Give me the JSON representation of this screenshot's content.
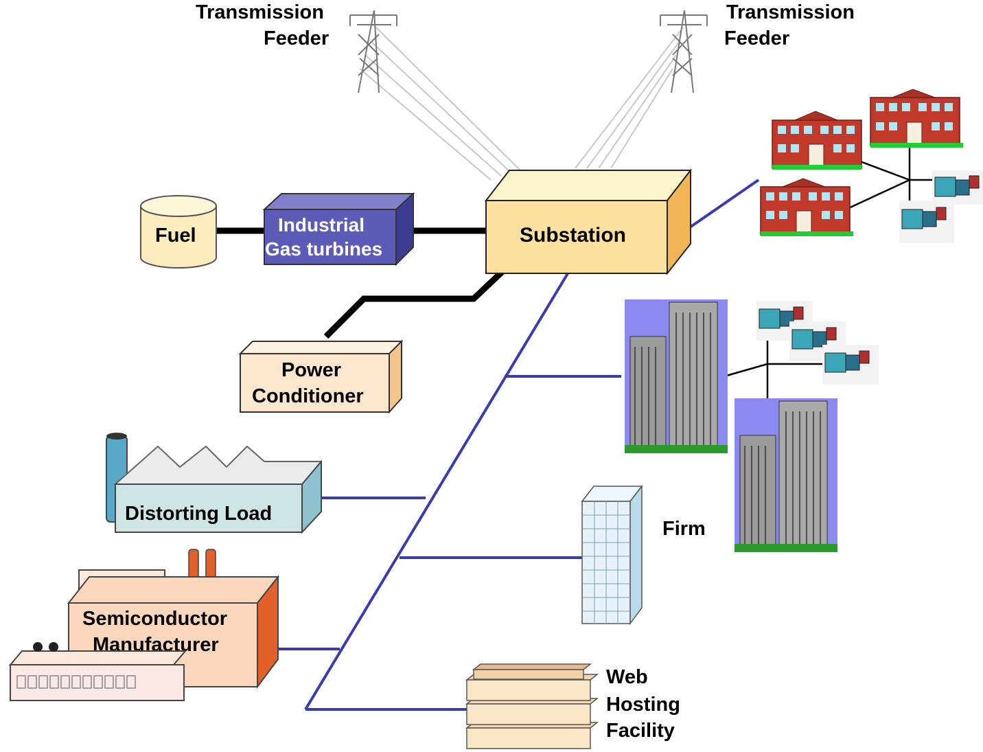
{
  "labels": {
    "transmission_left_line1": "Transmission",
    "transmission_left_line2": "Feeder",
    "transmission_right_line1": "Transmission",
    "transmission_right_line2": "Feeder",
    "fuel": "Fuel",
    "turbine_line1": "Industrial",
    "turbine_line2": "Gas   turbines",
    "substation": "Substation",
    "power_conditioner_line1": "Power",
    "power_conditioner_line2": "Conditioner",
    "distorting_load": "Distorting   Load",
    "semiconductor_line1": "Semiconductor",
    "semiconductor_line2": "Manufacturer",
    "firm": "Firm",
    "web_line1": "Web",
    "web_line2": "Hosting",
    "web_line3": "Facility"
  },
  "colors": {
    "bus_line": "#3b3bb0",
    "power_line": "#000000",
    "substation_face": "#fbe0a0",
    "turbine_face": "#5c5cb8",
    "conditioner_face": "#fde8cf",
    "factory_face": "#cfe4e4",
    "semiconductor_face": "#fbd7bd",
    "semiconductor_side": "#e2602a",
    "building_red": "#c0392b",
    "tower_sky": "#8a8af0"
  },
  "icons": [
    "transmission-tower-icon",
    "school-building-icon",
    "generator-icon",
    "office-tower-icon",
    "factory-icon",
    "server-rack-icon"
  ]
}
